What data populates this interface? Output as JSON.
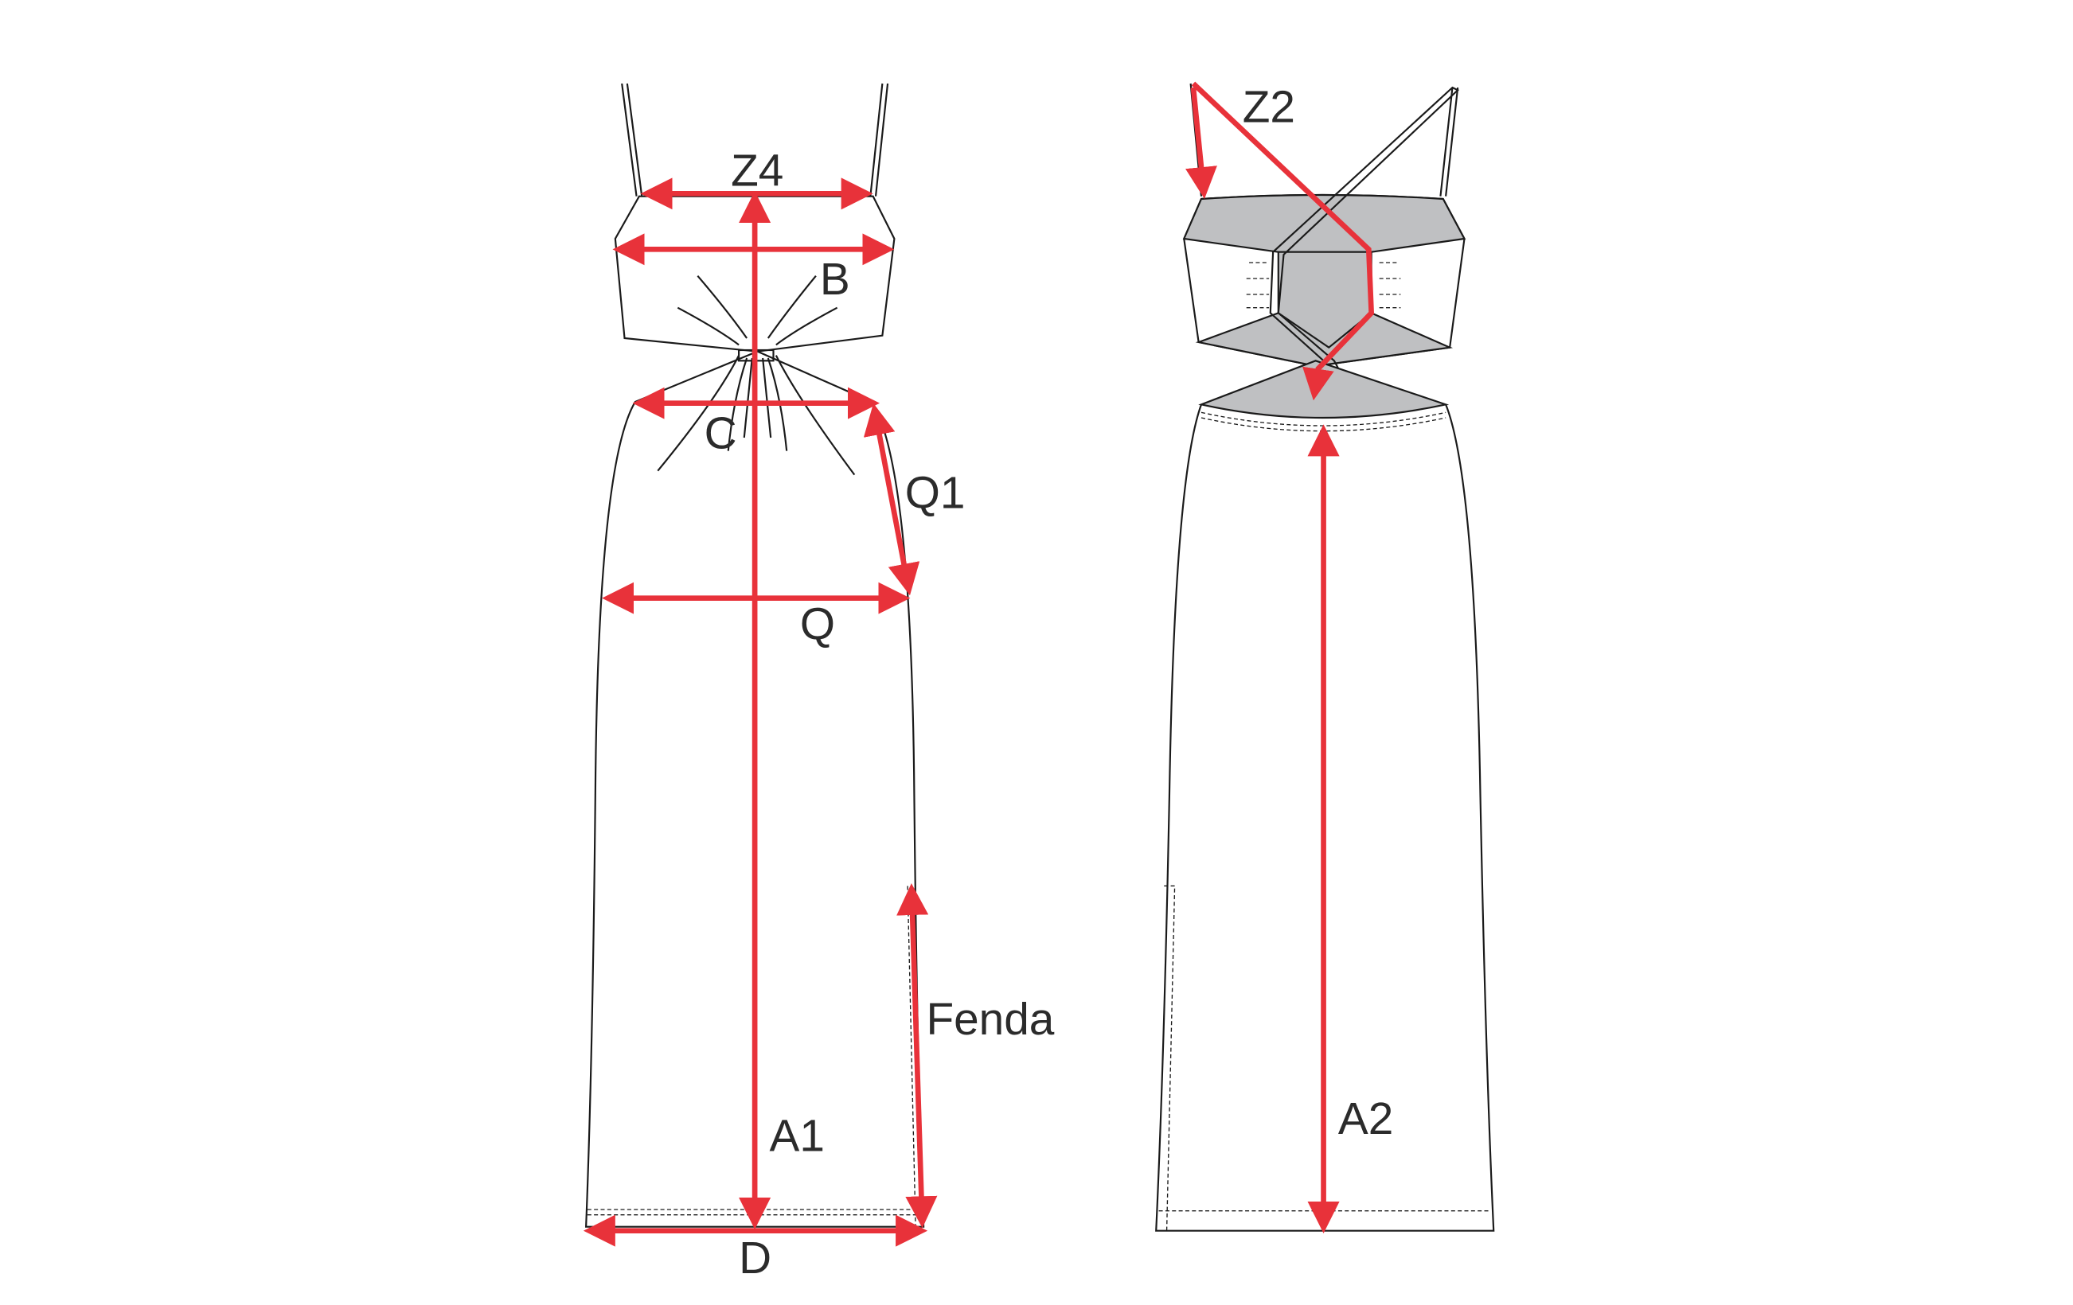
{
  "colors": {
    "measure": "#e8323a",
    "outline": "#1a1a1a",
    "back_panel": "#bfc0c2"
  },
  "front": {
    "labels": {
      "z4": "Z4",
      "b": "B",
      "c": "C",
      "q1": "Q1",
      "q": "Q",
      "fenda": "Fenda",
      "a1": "A1",
      "d": "D"
    }
  },
  "back": {
    "labels": {
      "z2": "Z2",
      "a2": "A2"
    }
  }
}
